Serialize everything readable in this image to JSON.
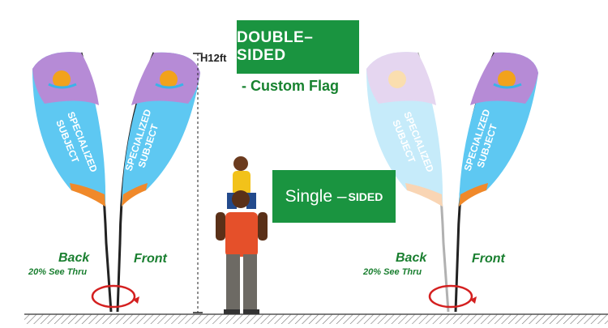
{
  "labels": {
    "double_sided": "DOUBLE–SIDED",
    "custom_flag": "- Custom Flag",
    "single": "Single –",
    "sided": "SIDED",
    "height": "H12ft",
    "back": "Back",
    "see_thru": "20% See Thru",
    "front": "Front"
  },
  "flag_text": {
    "line1": "SPECIALIZED",
    "line2": "SUBJECT"
  },
  "colors": {
    "green": "#1a9440",
    "flag_purple": "#b68bd6",
    "flag_blue": "#5ec8f2",
    "flag_orange": "#f0892a",
    "sun_orange": "#f2a21c",
    "pole_red": "#d42020"
  }
}
